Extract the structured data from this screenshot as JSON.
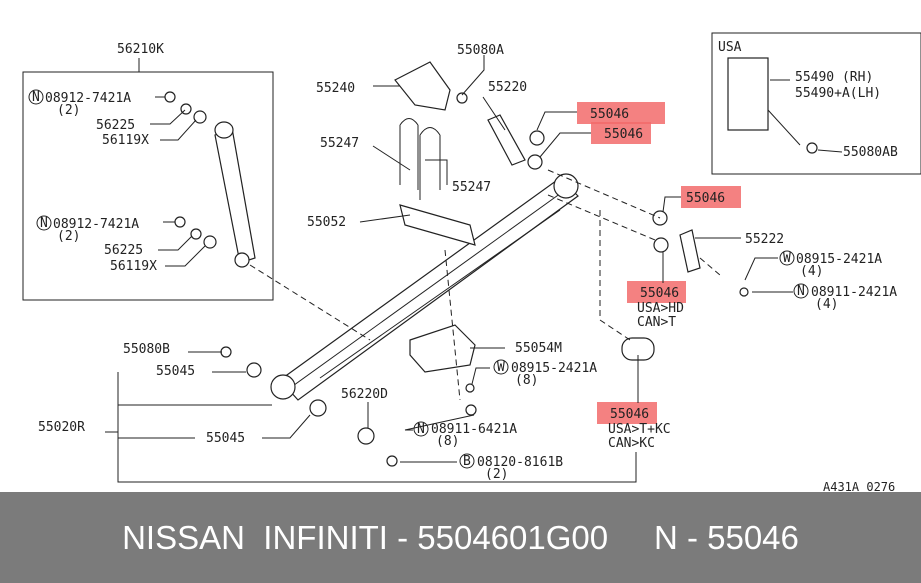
{
  "labels": {
    "shock_assy": "56210K",
    "nut_top": "08912-7421A",
    "nut_top_qty": "(2)",
    "washer_top": "56225",
    "bush_top": "56119X",
    "nut_bot": "08912-7421A",
    "nut_bot_qty": "(2)",
    "washer_bot": "56225",
    "bush_bot": "56119X",
    "bolt_55080A": "55080A",
    "bracket_55240": "55240",
    "shackle_55220": "55220",
    "bush_a": "55046",
    "bush_b": "55046",
    "ubolt_a": "55247",
    "ubolt_b": "55247",
    "bush_c": "55046",
    "spring_clip": "55052",
    "plate_55222": "55222",
    "washer_w1": "08915-2421A",
    "washer_w1_qty": "(4)",
    "nut_n1": "08911-2421A",
    "nut_n1_qty": "(4)",
    "bush_d": "55046",
    "bush_d_note1": "USA>HD",
    "bush_d_note2": "CAN>T",
    "bolt_55080B": "55080B",
    "seat_55054M": "55054M",
    "bush_55045_a": "55045",
    "washer_w2": "08915-2421A",
    "washer_w2_qty": "(8)",
    "pin_56220D": "56220D",
    "leaf_spring": "55020R",
    "bush_55045_b": "55045",
    "nut_n2": "08911-6421A",
    "nut_n2_qty": "(8)",
    "bush_e": "55046",
    "bush_e_note1": "USA>T+KC",
    "bush_e_note2": "CAN>KC",
    "bolt_b": "08120-8161B",
    "bolt_b_qty": "(2)",
    "usa_box": "USA",
    "relay_rh": "55490  (RH)",
    "relay_lh": "55490+A(LH)",
    "bolt_55080AB": "55080AB",
    "diagram_code": "A431A 0276",
    "sym_n": "N",
    "sym_w": "W",
    "sym_b": "B"
  },
  "footer": {
    "text": "NISSAN  INFINITI - 5504601G00     N - 55046"
  },
  "colors": {
    "highlight": "#f26b6b",
    "footer_bg": "#7b7b7b"
  }
}
